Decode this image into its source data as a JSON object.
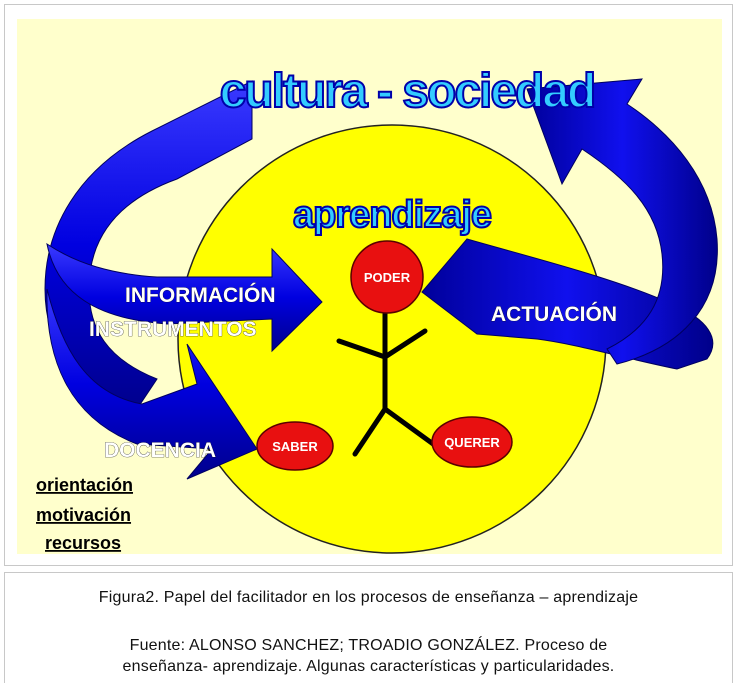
{
  "diagram": {
    "title": "cultura - sociedad",
    "center_title": "aprendizaje",
    "labels": {
      "informacion": "INFORMACIÓN",
      "instrumentos": "INSTRUMENTOS",
      "actuacion": "ACTUACIÓN",
      "docencia": "DOCENCIA"
    },
    "circles": {
      "poder": "PODER",
      "saber": "SABER",
      "querer": "QUERER"
    },
    "left_list": [
      "orientación",
      "motivación",
      "recursos"
    ],
    "colors": {
      "background": "#ffffcc",
      "circle": "#ffff00",
      "arrow": "#0000ee",
      "node": "#e81010",
      "wordart": "#33ccff"
    }
  },
  "caption": {
    "line1": "Figura2. Papel del facilitador en los procesos de enseñanza – aprendizaje",
    "line2": "Fuente: ALONSO SANCHEZ; TROADIO GONZÁLEZ. Proceso de",
    "line3": "enseñanza- aprendizaje. Algunas características y particularidades."
  }
}
